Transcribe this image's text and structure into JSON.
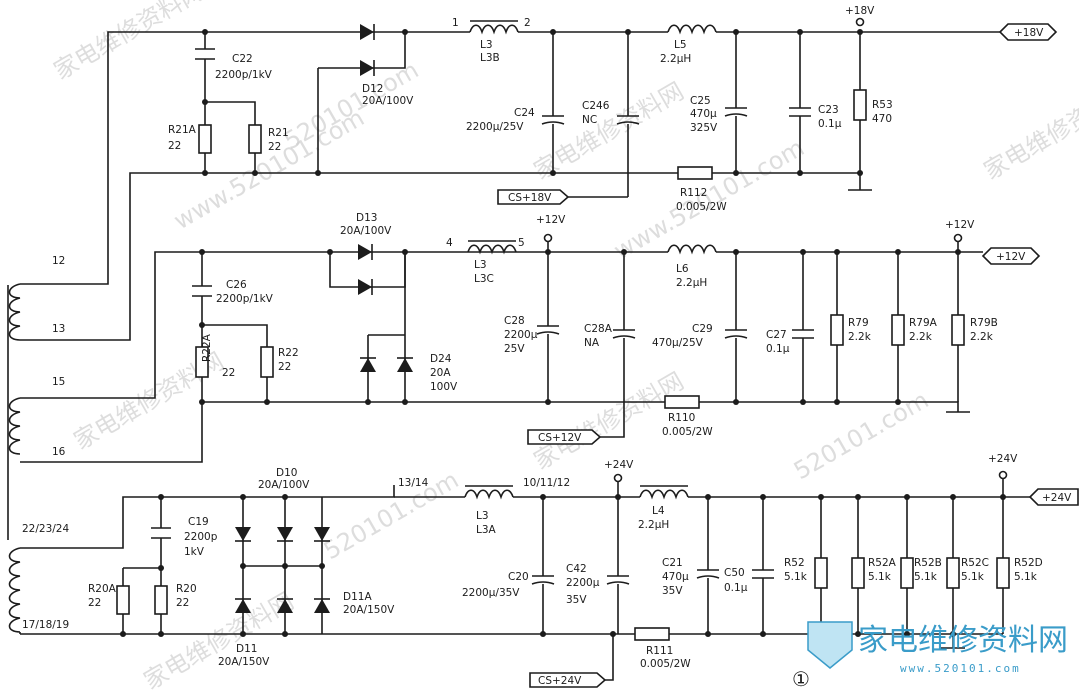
{
  "watermark": {
    "text1": "家电维修资料网",
    "text2": "www.520101.com",
    "text3": "520101.com"
  },
  "brand": {
    "name": "家电维修资料网",
    "url": "www.520101.com"
  },
  "figure_number": "①",
  "rails": {
    "v18": {
      "label": "+18V",
      "net": "+18V",
      "sense": "CS+18V"
    },
    "v12": {
      "label": "+12V",
      "net": "+12V",
      "sense": "CS+12V"
    },
    "v24": {
      "label": "+24V",
      "net": "+24V",
      "sense": "CS+24V"
    }
  },
  "pins": {
    "p12": "12",
    "p13": "13",
    "p15": "15",
    "p16": "16",
    "p222324": "22/23/24",
    "p171819": "17/18/19",
    "p1314": "13/14",
    "p101112": "10/11/12",
    "l3b1": "1",
    "l3b2": "2",
    "l3c4": "4",
    "l3c5": "5"
  },
  "components": {
    "C22": {
      "ref": "C22",
      "value": "2200p/1kV"
    },
    "D12": {
      "ref": "D12",
      "value": "20A/100V"
    },
    "L3B": {
      "ref": "L3",
      "value": "L3B"
    },
    "L5": {
      "ref": "L5",
      "value": "2.2μH"
    },
    "C24": {
      "ref": "C24",
      "value": "2200μ/25V"
    },
    "C246": {
      "ref": "C246",
      "value": "NC"
    },
    "C25": {
      "ref": "C25",
      "value1": "470μ",
      "value2": "325V"
    },
    "C23": {
      "ref": "C23",
      "value": "0.1μ"
    },
    "R53": {
      "ref": "R53",
      "value": "470"
    },
    "R21A": {
      "ref": "R21A",
      "value": "22"
    },
    "R21": {
      "ref": "R21",
      "value": "22"
    },
    "R112": {
      "ref": "R112",
      "value": "0.005/2W"
    },
    "D13": {
      "ref": "D13",
      "value": "20A/100V"
    },
    "L3C": {
      "ref": "L3",
      "value": "L3C"
    },
    "L6": {
      "ref": "L6",
      "value": "2.2μH"
    },
    "C26": {
      "ref": "C26",
      "value": "2200p/1kV"
    },
    "R22A": {
      "ref": "R22A",
      "value": "22"
    },
    "R22": {
      "ref": "R22",
      "value": "22"
    },
    "D24": {
      "ref": "D24",
      "value1": "20A",
      "value2": "100V"
    },
    "C28": {
      "ref": "C28",
      "value1": "2200μ",
      "value2": "25V"
    },
    "C28A": {
      "ref": "C28A",
      "value": "NA"
    },
    "C29": {
      "ref": "C29",
      "value": "470μ/25V"
    },
    "C27": {
      "ref": "C27",
      "value": "0.1μ"
    },
    "R79": {
      "ref": "R79",
      "value": "2.2k"
    },
    "R79A": {
      "ref": "R79A",
      "value": "2.2k"
    },
    "R79B": {
      "ref": "R79B",
      "value": "2.2k"
    },
    "R110": {
      "ref": "R110",
      "value": "0.005/2W"
    },
    "D10": {
      "ref": "D10",
      "value": "20A/100V"
    },
    "D11": {
      "ref": "D11",
      "value": "20A/150V"
    },
    "D11A": {
      "ref": "D11A",
      "value": "20A/150V"
    },
    "C19": {
      "ref": "C19",
      "value1": "2200p",
      "value2": "1kV"
    },
    "R20A": {
      "ref": "R20A",
      "value": "22"
    },
    "R20": {
      "ref": "R20",
      "value": "22"
    },
    "L3A": {
      "ref": "L3",
      "value": "L3A"
    },
    "L4": {
      "ref": "L4",
      "value": "2.2μH"
    },
    "C20": {
      "ref": "C20",
      "value": "2200μ/35V"
    },
    "C42": {
      "ref": "C42",
      "value1": "2200μ",
      "value2": "35V"
    },
    "C21": {
      "ref": "C21",
      "value1": "470μ",
      "value2": "35V"
    },
    "C50": {
      "ref": "C50",
      "value": "0.1μ"
    },
    "R52": {
      "ref": "R52",
      "value": "5.1k"
    },
    "R52A": {
      "ref": "R52A",
      "value": "5.1k"
    },
    "R52B": {
      "ref": "R52B",
      "value": "5.1k"
    },
    "R52C": {
      "ref": "R52C",
      "value": "5.1k"
    },
    "R52D": {
      "ref": "R52D",
      "value": "5.1k"
    },
    "R111": {
      "ref": "R111",
      "value": "0.005/2W"
    }
  }
}
